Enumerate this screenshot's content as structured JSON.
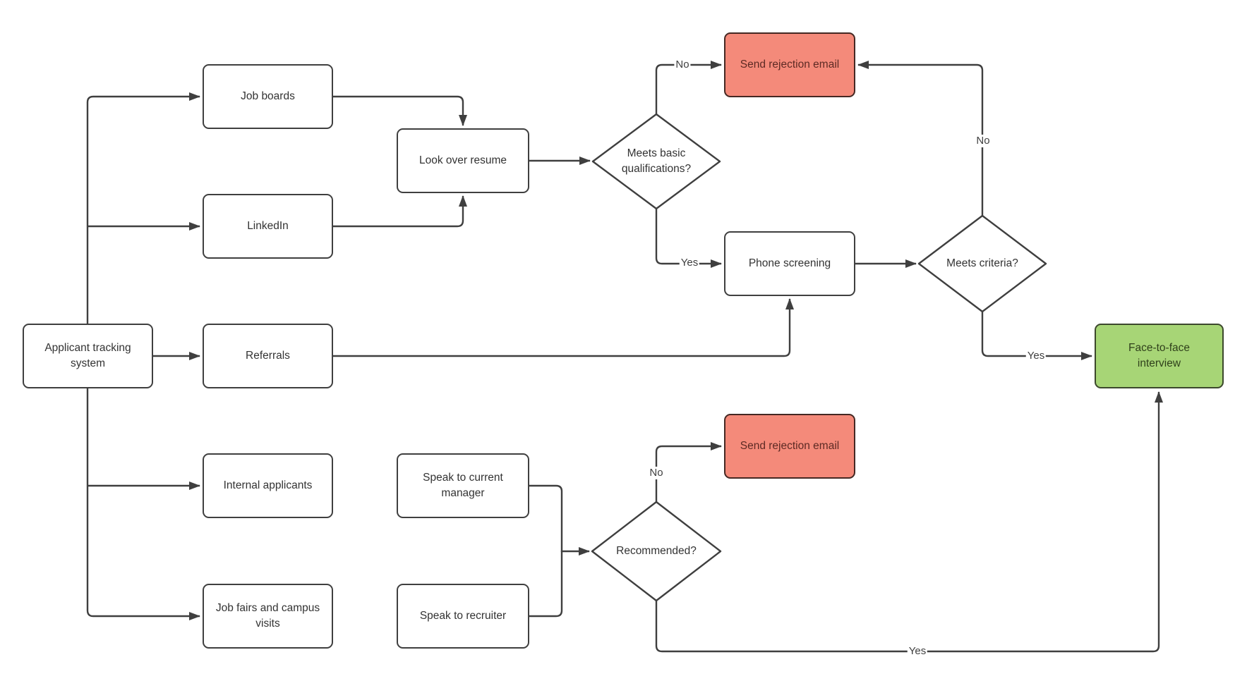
{
  "nodes": {
    "ats": {
      "label": "Applicant tracking system"
    },
    "job_boards": {
      "label": "Job boards"
    },
    "linkedin": {
      "label": "LinkedIn"
    },
    "referrals": {
      "label": "Referrals"
    },
    "internal_applicants": {
      "label": "Internal applicants"
    },
    "job_fairs": {
      "label": "Job fairs and campus visits"
    },
    "look_over_resume": {
      "label": "Look over resume"
    },
    "speak_manager": {
      "label": "Speak to current manager"
    },
    "speak_recruiter": {
      "label": "Speak to recruiter"
    },
    "phone_screening": {
      "label": "Phone screening"
    },
    "meets_basic": {
      "label": "Meets basic qualifications?"
    },
    "meets_criteria": {
      "label": "Meets criteria?"
    },
    "recommended": {
      "label": "Recommended?"
    },
    "reject_top": {
      "label": "Send rejection email"
    },
    "reject_bottom": {
      "label": "Send rejection email"
    },
    "face_to_face": {
      "label": "Face-to-face interview"
    }
  },
  "edge_labels": {
    "meets_basic_no": "No",
    "meets_basic_yes": "Yes",
    "meets_criteria_no": "No",
    "meets_criteria_yes": "Yes",
    "recommended_no": "No",
    "recommended_yes": "Yes"
  },
  "colors": {
    "background": "#ffffff",
    "line": "#3f3f3f",
    "node_fill": "#ffffff",
    "node_border": "#3f3f3f",
    "node_text": "#333333",
    "edge_label_text": "#3f3f3f",
    "reject_fill": "#f48a7a",
    "reject_border": "#452823",
    "reject_text": "#5d2a24",
    "accept_fill": "#a7d576",
    "accept_border": "#3c482d",
    "accept_text": "#2f401b"
  }
}
